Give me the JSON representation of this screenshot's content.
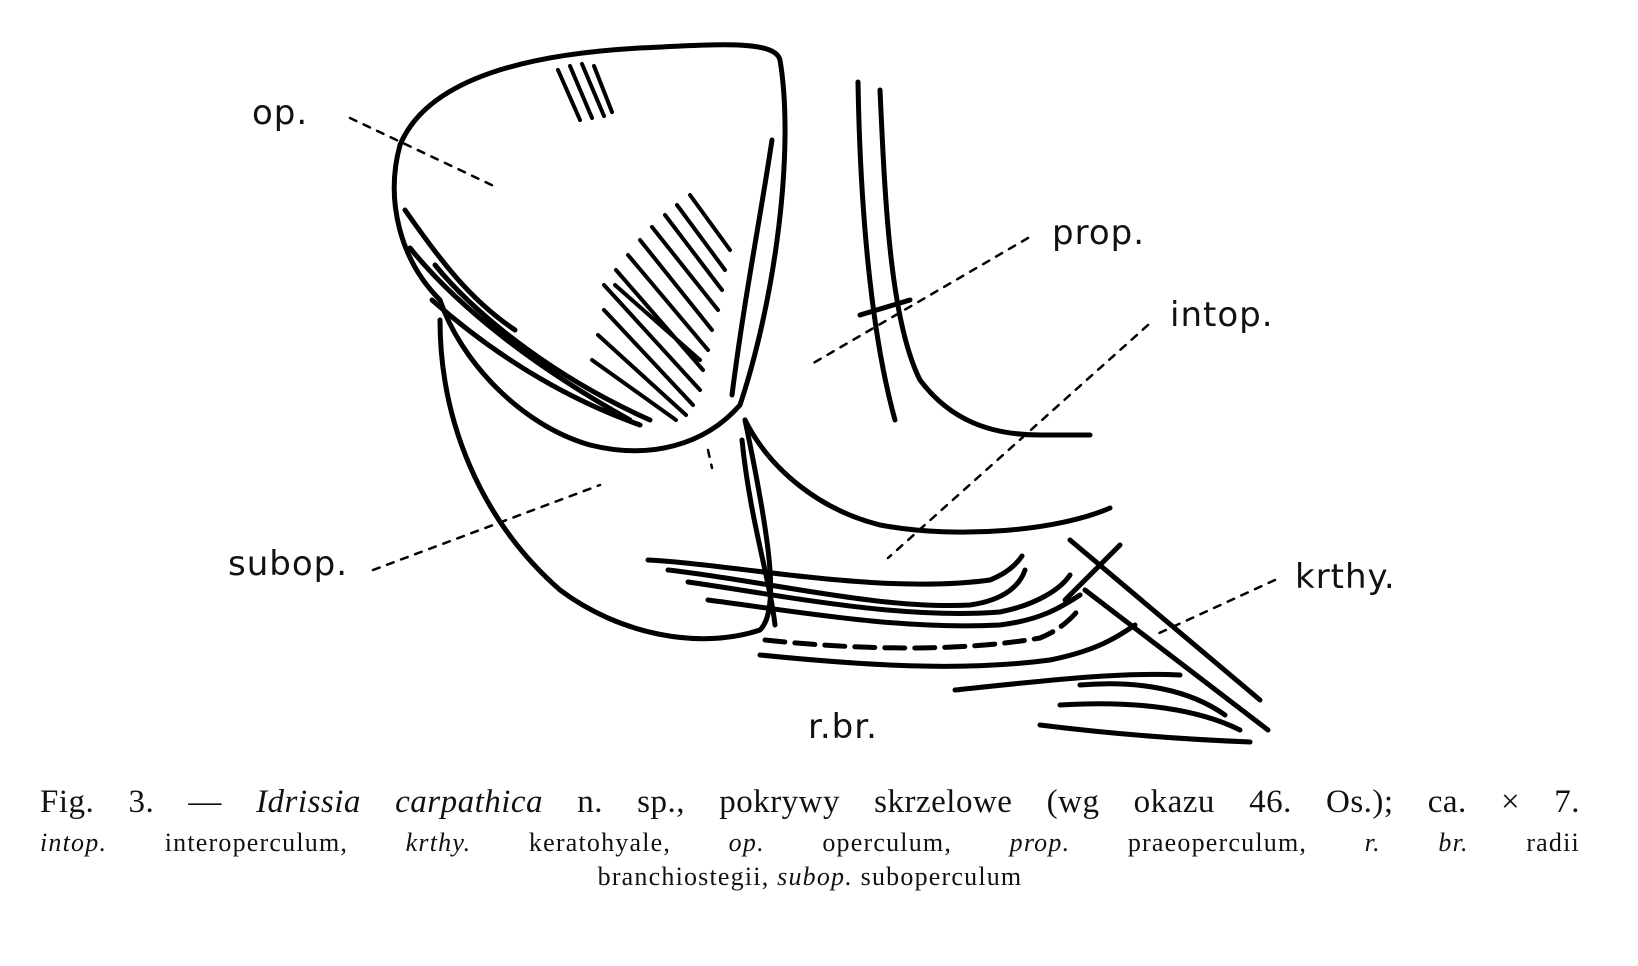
{
  "labels": {
    "op": "op.",
    "prop": "prop.",
    "intop": "intop.",
    "subop": "subop.",
    "krthy": "krthy.",
    "rbr": "r.br."
  },
  "caption": {
    "fig_number": "Fig. 3. —",
    "species": "Idrissia carpathica",
    "line1_rest": "n. sp., pokrywy skrzelowe (wg okazu 46. Os.); ca. × 7.",
    "legend": [
      {
        "abbr": "intop.",
        "term": "interoperculum,"
      },
      {
        "abbr": "krthy.",
        "term": "keratohyale,"
      },
      {
        "abbr": "op.",
        "term": "operculum,"
      },
      {
        "abbr": "prop.",
        "term": "praeoperculum,"
      },
      {
        "abbr": "r. br.",
        "term": "radii"
      }
    ],
    "legend_line3_term": "branchiostegii,",
    "legend_line3_abbr": "subop.",
    "legend_line3_last": "suboperculum"
  }
}
